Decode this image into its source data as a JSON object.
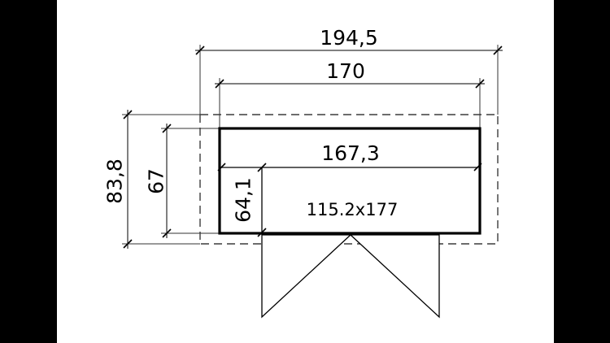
{
  "title": "shed-floorplan-dimension-drawing",
  "colors": {
    "letterbox": "#000000",
    "paper": "#ffffff",
    "line": "#000000",
    "dashed_line": "#3c3c3c"
  },
  "dimensions": {
    "roof_width": "194,5",
    "base_width": "170",
    "roof_depth": "83,8",
    "base_depth": "67",
    "interior_width": "167,3",
    "interior_depth": "64,1",
    "door_size": "115.2x177"
  }
}
